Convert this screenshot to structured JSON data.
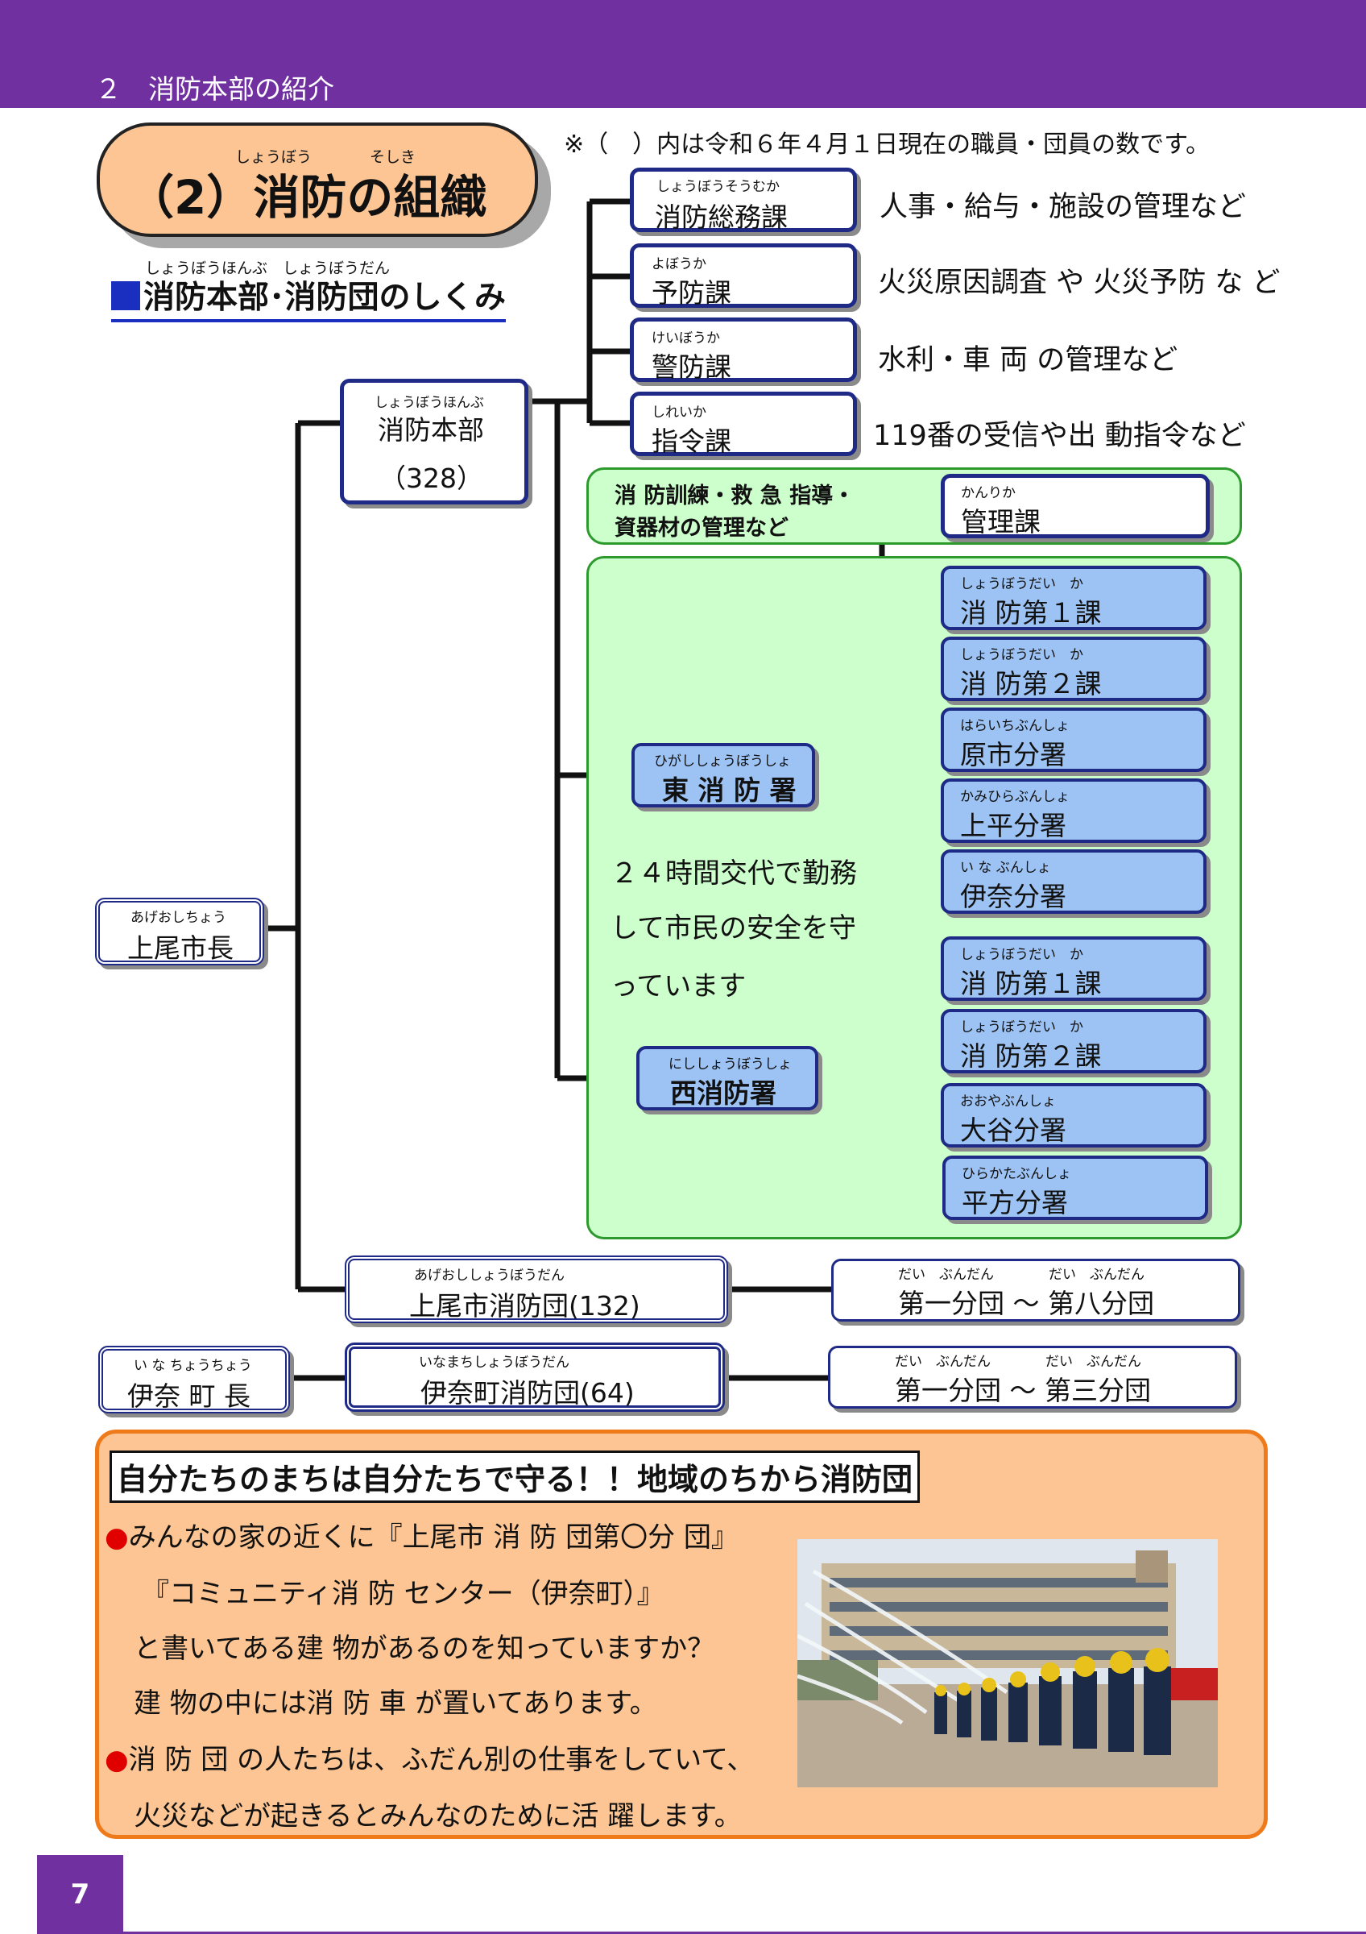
{
  "header": {
    "section": "２　消防本部の紹介"
  },
  "page_number": "7",
  "title": {
    "text": "（2）消防の組織",
    "ruby_1": "しょうぼう",
    "ruby_2": "そしき"
  },
  "subtitle": {
    "text": "消防本部･消防団のしくみ",
    "ruby": "しょうぼうほんぶ　しょうぼうだん"
  },
  "note": "※（　）内は令和６年４月１日現在の職員・団員の数です。",
  "mayor": {
    "label": "上尾市長",
    "ruby": "あげおしちょう"
  },
  "hq": {
    "label": "消防本部",
    "count": "（328）",
    "ruby": "しょうぼうほんぶ"
  },
  "divisions": [
    {
      "label": "消防総務課",
      "ruby": "しょうぼうそうむか",
      "desc": "人事・給与・施設の管理など"
    },
    {
      "label": "予防課",
      "ruby": "よぼうか",
      "desc": "火災原因調査 や 火災予防 な ど"
    },
    {
      "label": "警防課",
      "ruby": "けいぼうか",
      "desc": "水利・車 両 の管理など"
    },
    {
      "label": "指令課",
      "ruby": "しれいか",
      "desc": "119番の受信や出 動指令など"
    }
  ],
  "training": {
    "text_1": "消 防訓練・救 急 指導・",
    "text_2": "資器材の管理など",
    "unit": "管理課",
    "unit_ruby": "かんりか"
  },
  "east_station": {
    "label": "東 消 防 署",
    "ruby": "ひがししょうぼうしょ",
    "units": [
      {
        "label": "消 防第１課",
        "ruby": "しょうぼうだい　か"
      },
      {
        "label": "消 防第２課",
        "ruby": "しょうぼうだい　か"
      },
      {
        "label": "原市分署",
        "ruby": "はらいちぶんしょ"
      },
      {
        "label": "上平分署",
        "ruby": "かみひらぶんしょ"
      },
      {
        "label": "伊奈分署",
        "ruby": "い な ぶんしょ"
      }
    ]
  },
  "west_station": {
    "label": "西消防署",
    "ruby": "にししょうぼうしょ",
    "units": [
      {
        "label": "消 防第１課",
        "ruby": "しょうぼうだい　か"
      },
      {
        "label": "消 防第２課",
        "ruby": "しょうぼうだい　か"
      },
      {
        "label": "大谷分署",
        "ruby": "おおやぶんしょ"
      },
      {
        "label": "平方分署",
        "ruby": "ひらかたぶんしょ"
      }
    ]
  },
  "shift_note": {
    "line_1": "２４時間交代で勤務",
    "line_2": "して市民の安全を守",
    "line_3": "っています"
  },
  "ageo_corps": {
    "label": "上尾市消防団(132)",
    "ruby": "あげおししょうぼうだん",
    "branches": "第一分団 〜 第八分団",
    "branches_ruby": "だい　ぶんだん　　　　だい　ぶんだん"
  },
  "ina_mayor": {
    "label": "伊奈 町 長",
    "ruby": "い な ちょうちょう"
  },
  "ina_corps": {
    "label": "伊奈町消防団(64)",
    "ruby": "いなまちしょうぼうだん",
    "branches": "第一分団 〜 第三分団",
    "branches_ruby": "だい　ぶんだん　　　　だい　ぶんだん"
  },
  "bottom": {
    "slogan": "自分たちのまちは自分たちで守る！！地域のちから消防団",
    "bullet_1_line_1": "みんなの家の近くに『上尾市 消 防 団第〇分 団』",
    "bullet_1_line_2": "『コミュニティ消 防 センター（伊奈町）』",
    "bullet_1_line_3": "と書いてある建 物があるのを知っていますか？",
    "bullet_1_line_4": "建 物の中には消 防 車 が置いてあります。",
    "bullet_2_line_1": "消 防 団 の人たちは、ふだん別の仕事をしていて、",
    "bullet_2_line_2": "火災などが起きるとみんなのために活 躍します。",
    "bullet": "●"
  },
  "colors": {
    "header": "#7030a0",
    "accent_blue": "#1a2fc0",
    "box_border": "#1f2a86",
    "unit_fill": "#9dc3f5",
    "green_fill": "#ccffcc",
    "orange_fill": "#fcc593",
    "orange_border": "#ee7a1a"
  }
}
